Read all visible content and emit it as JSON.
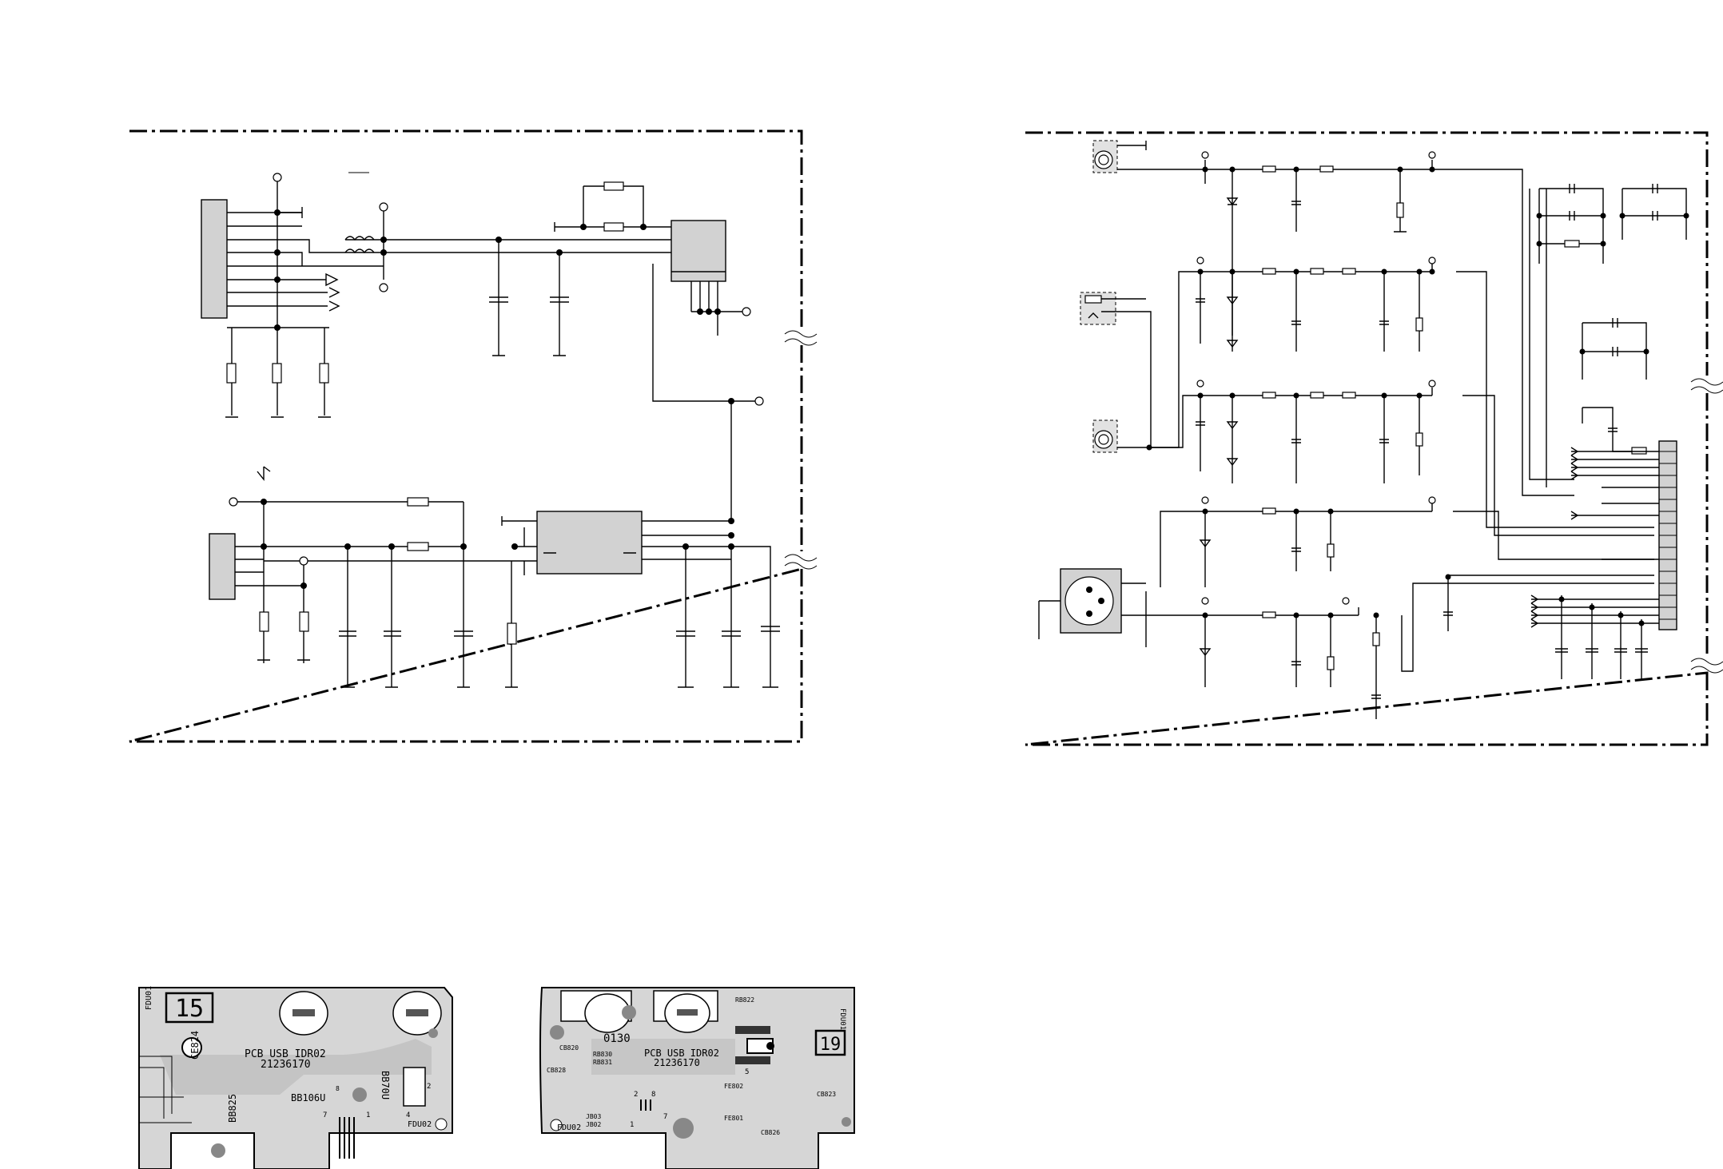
{
  "pcb_left": {
    "number": "15",
    "title": "PCB USB IDR02",
    "code": "21236170",
    "refs": {
      "fdu01": "FDU01",
      "ce824": "CE824",
      "bb825": "BB825",
      "bb106u": "BB106U",
      "bb70u": "BB70U",
      "fdu02": "FDU02",
      "pin1": "1",
      "pin7": "7",
      "pin8": "8",
      "pin2": "2",
      "pin4": "4"
    }
  },
  "pcb_right": {
    "number": "19",
    "title": "PCB USB IDR02",
    "code": "21236170",
    "refs": {
      "b130": "0130",
      "fdu01": "FDU01",
      "fdu02": "FDU02",
      "cb820": "CB820",
      "rb830": "RB830",
      "rb831": "RB831",
      "cb828": "CB828",
      "rb822": "RB822",
      "cb823": "CB823",
      "fe802": "FE802",
      "fe801": "FE801",
      "cb826": "CB826",
      "jb03": "JB03",
      "jb02": "JB02",
      "pin2": "2",
      "pin8": "8",
      "pin1": "1",
      "pin7": "7",
      "pin5": "5"
    }
  }
}
